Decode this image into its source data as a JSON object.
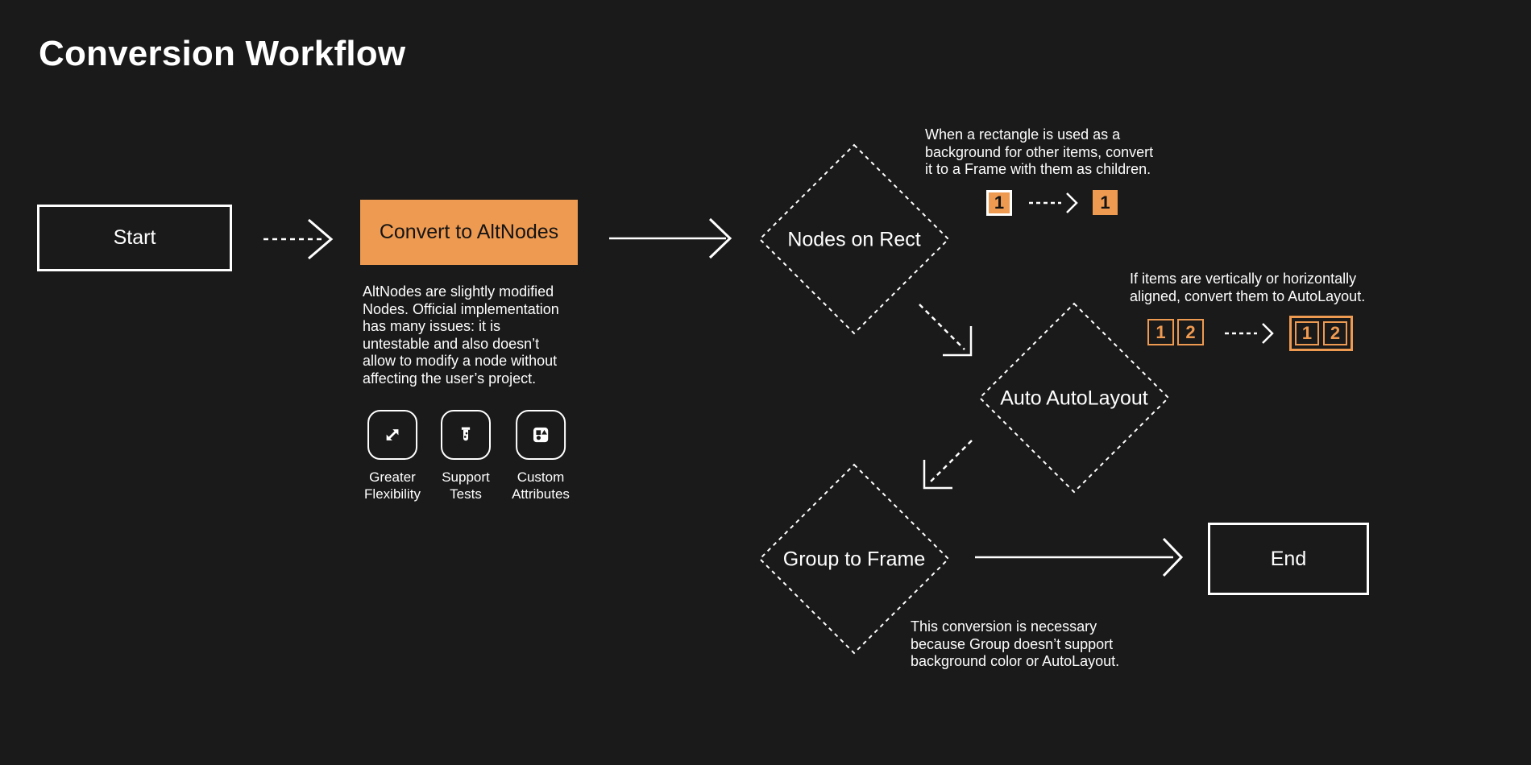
{
  "title": "Conversion Workflow",
  "colors": {
    "background": "#1a1a1a",
    "orange": "#ef9a51",
    "white": "#ffffff",
    "ink": "#141414"
  },
  "nodes": {
    "start": {
      "label": "Start",
      "shape": "rect"
    },
    "convert_to_altnodes": {
      "label": "Convert to AltNodes",
      "shape": "rect"
    },
    "nodes_on_rect": {
      "label": "Nodes on Rect",
      "shape": "diamond"
    },
    "auto_autolayout": {
      "label": "Auto AutoLayout",
      "shape": "diamond"
    },
    "group_to_frame": {
      "label": "Group to Frame",
      "shape": "diamond"
    },
    "end": {
      "label": "End",
      "shape": "rect"
    }
  },
  "notes": {
    "altnodes": "AltNodes are slightly modified\nNodes. Official implementation\nhas many issues: it is\nuntestable and also doesn’t\nallow to modify a node without\naffecting the user’s project.",
    "nodes_on_rect": "When a rectangle is used as a\nbackground for other items, convert\nit to a Frame with them as children.",
    "auto_autolayout": "If items are vertically or horizontally\naligned, convert them to AutoLayout.",
    "group_to_frame": "This conversion is necessary\nbecause Group doesn’t support\nbackground color or AutoLayout."
  },
  "features": [
    {
      "icon": "expand-arrows-icon",
      "label": "Greater\nFlexibility"
    },
    {
      "icon": "test-tube-icon",
      "label": "Support\nTests"
    },
    {
      "icon": "shapes-icon",
      "label": "Custom\nAttributes"
    }
  ],
  "badges": {
    "rect_before": "1",
    "rect_after": "1",
    "align_before": [
      "1",
      "2"
    ],
    "align_after": [
      "1",
      "2"
    ]
  }
}
